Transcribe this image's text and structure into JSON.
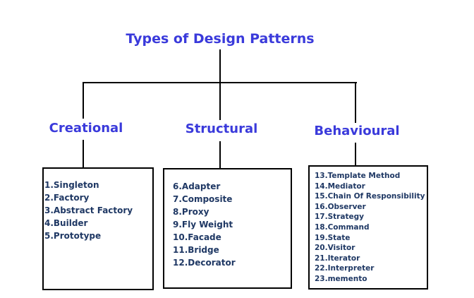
{
  "title": "Types of Design Patterns",
  "categories": [
    {
      "label": "Creational",
      "items": [
        "1.Singleton",
        "2.Factory",
        "3.Abstract Factory",
        "4.Builder",
        "5.Prototype"
      ]
    },
    {
      "label": "Structural",
      "items": [
        "6.Adapter",
        "7.Composite",
        "8.Proxy",
        "9.Fly Weight",
        "10.Facade",
        "11.Bridge",
        "12.Decorator"
      ]
    },
    {
      "label": "Behavioural",
      "items": [
        "13.Template Method",
        "14.Mediator",
        "15.Chain Of Responsibility",
        "16.Observer",
        "17.Strategy",
        "18.Command",
        "19.State",
        "20.Visitor",
        "21.Iterator",
        "22.Interpreter",
        "23.memento"
      ]
    }
  ]
}
